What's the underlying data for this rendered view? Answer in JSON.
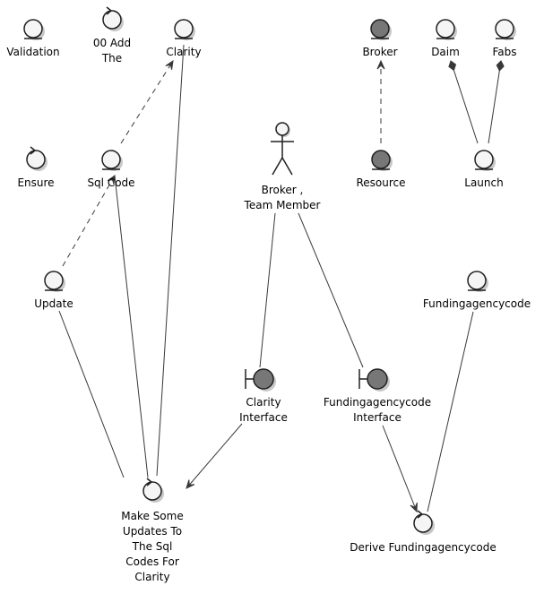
{
  "diagram": {
    "nodes": {
      "validation": {
        "label": [
          "Validation"
        ],
        "kind": "entity"
      },
      "add_the": {
        "label": [
          "00 Add",
          "The"
        ],
        "kind": "control"
      },
      "clarity": {
        "label": [
          "Clarity"
        ],
        "kind": "entity"
      },
      "broker_entity": {
        "label": [
          "Broker"
        ],
        "kind": "entity-dark"
      },
      "daim": {
        "label": [
          "Daim"
        ],
        "kind": "entity"
      },
      "fabs": {
        "label": [
          "Fabs"
        ],
        "kind": "entity"
      },
      "ensure": {
        "label": [
          "Ensure"
        ],
        "kind": "control"
      },
      "sql_code": {
        "label": [
          "Sql Code"
        ],
        "kind": "entity"
      },
      "actor": {
        "label": [
          "Broker ,",
          "Team Member"
        ],
        "kind": "actor"
      },
      "resource": {
        "label": [
          "Resource"
        ],
        "kind": "entity-dark"
      },
      "launch": {
        "label": [
          "Launch"
        ],
        "kind": "entity"
      },
      "update": {
        "label": [
          "Update"
        ],
        "kind": "entity"
      },
      "funding_entity": {
        "label": [
          "Fundingagencycode"
        ],
        "kind": "entity"
      },
      "clarity_interface": {
        "label": [
          "Clarity",
          "Interface"
        ],
        "kind": "boundary"
      },
      "funding_interface": {
        "label": [
          "Fundingagencycode",
          "Interface"
        ],
        "kind": "boundary"
      },
      "make_updates": {
        "label": [
          "Make Some",
          "Updates To",
          "The Sql",
          "Codes For",
          "Clarity"
        ],
        "kind": "control"
      },
      "derive": {
        "label": [
          "Derive Fundingagencycode"
        ],
        "kind": "control"
      }
    },
    "edges": [
      {
        "from": "update",
        "to": "sql_code",
        "style": "dashed",
        "arrow": "open"
      },
      {
        "from": "sql_code",
        "to": "clarity",
        "style": "dashed",
        "arrow": "open"
      },
      {
        "from": "resource",
        "to": "broker_entity",
        "style": "dashed",
        "arrow": "open"
      },
      {
        "from": "launch",
        "to": "daim",
        "style": "solid",
        "arrow": "diamond"
      },
      {
        "from": "launch",
        "to": "fabs",
        "style": "solid",
        "arrow": "diamond"
      },
      {
        "from": "actor",
        "to": "clarity_interface",
        "style": "solid",
        "arrow": "none"
      },
      {
        "from": "actor",
        "to": "funding_interface",
        "style": "solid",
        "arrow": "none"
      },
      {
        "from": "update",
        "to": "make_updates",
        "style": "solid",
        "arrow": "none"
      },
      {
        "from": "sql_code",
        "to": "make_updates",
        "style": "solid",
        "arrow": "none"
      },
      {
        "from": "clarity",
        "to": "make_updates",
        "style": "solid",
        "arrow": "none"
      },
      {
        "from": "clarity_interface",
        "to": "make_updates",
        "style": "solid",
        "arrow": "open"
      },
      {
        "from": "funding_interface",
        "to": "derive",
        "style": "solid",
        "arrow": "open"
      },
      {
        "from": "funding_entity",
        "to": "derive",
        "style": "solid",
        "arrow": "none"
      }
    ]
  }
}
